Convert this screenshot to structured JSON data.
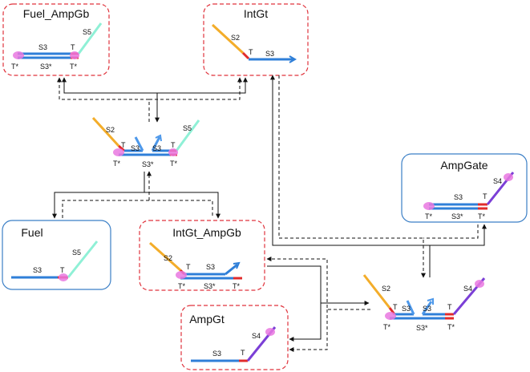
{
  "colors": {
    "s2": "#f3ad2a",
    "s3": "#2f7fd8",
    "s3_light": "#4d98ea",
    "s4": "#7b3fd6",
    "s5": "#8ff0d6",
    "toehold": "#e12b2b",
    "fluor": "#e978e0",
    "dashed_border": "#e0333c",
    "solid_border": "#3b7fc6",
    "arrow": "#111111"
  },
  "boxes": {
    "fuel_ampgb": {
      "title": "Fuel_AmpGb",
      "border": "dashed"
    },
    "intgt": {
      "title": "IntGt",
      "border": "dashed"
    },
    "ampgate": {
      "title": "AmpGate",
      "border": "solid"
    },
    "fuel": {
      "title": "Fuel",
      "border": "solid"
    },
    "intgt_ampgb": {
      "title": "IntGt_AmpGb",
      "border": "dashed"
    },
    "ampgt": {
      "title": "AmpGt",
      "border": "dashed"
    }
  },
  "labels": {
    "s2": "S2",
    "s3": "S3",
    "s3_star": "S3*",
    "s4": "S4",
    "s5": "S5",
    "t": "T",
    "t_star": "T*"
  }
}
